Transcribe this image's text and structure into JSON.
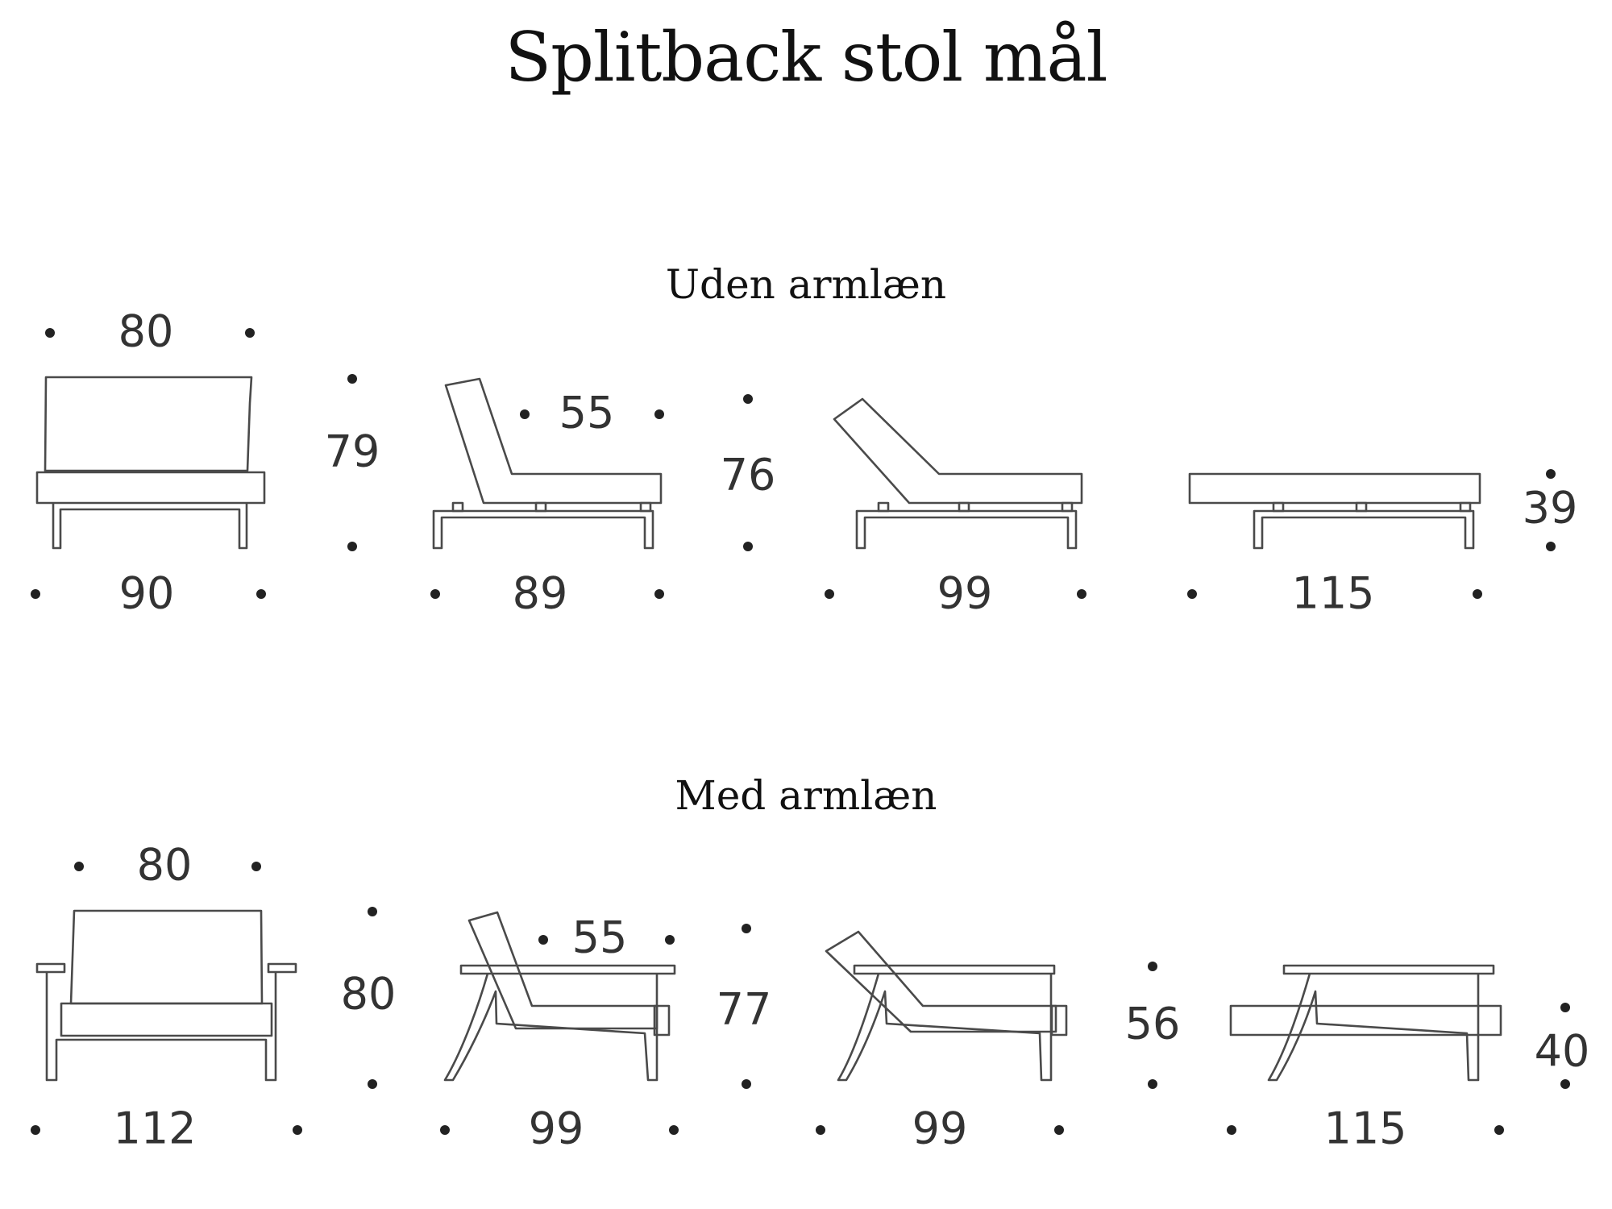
{
  "title": "Splitback stol mål",
  "sections": [
    {
      "label": "Uden armlæn",
      "dims": [
        "80",
        "90",
        "79",
        "55",
        "89",
        "76",
        "99",
        "115",
        "39"
      ]
    },
    {
      "label": "Med armlæn",
      "dims": [
        "80",
        "112",
        "80",
        "55",
        "99",
        "77",
        "99",
        "56",
        "115",
        "40"
      ]
    }
  ]
}
